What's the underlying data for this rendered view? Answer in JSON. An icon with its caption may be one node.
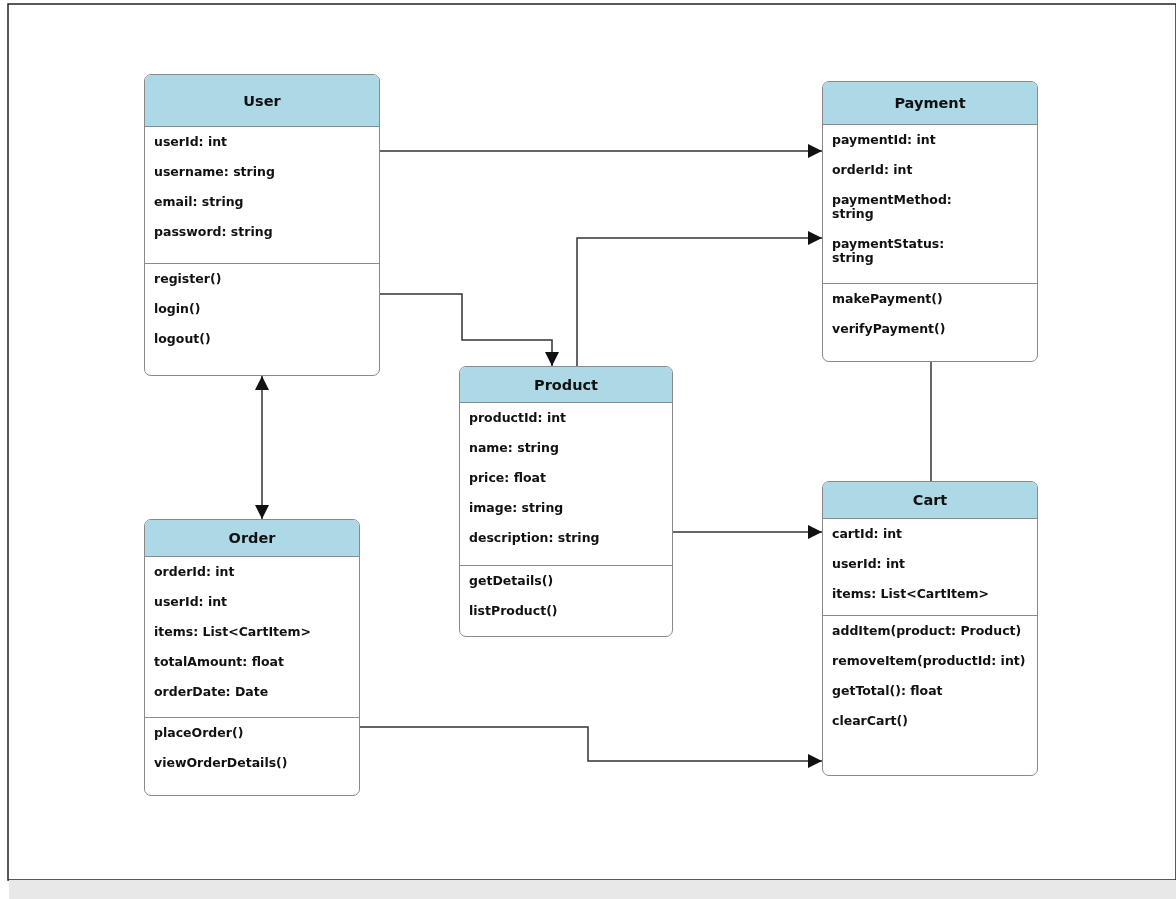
{
  "diagram": {
    "nodes": [
      {
        "text": [
          "User",
          "userId: int",
          "username: string",
          "email: string",
          "password: string",
          "register()",
          "login()",
          "logout()"
        ]
      },
      {
        "text": [
          "Payment",
          "paymentId: int",
          "orderId: int",
          "paymentMethod: string",
          "paymentStatus: string",
          "makePayment()",
          "verifyPayment()"
        ]
      },
      {
        "text": [
          "Product",
          "productId: int",
          "name: string",
          "price: float",
          "image: string",
          "description: string",
          "getDetails()",
          "listProduct()"
        ]
      },
      {
        "text": [
          "Order",
          "orderId: int",
          "userId: int",
          "items: List<CartItem>",
          "totalAmount: float",
          "orderDate: Date",
          "placeOrder()",
          "viewOrderDetails()"
        ]
      },
      {
        "text": [
          "Cart",
          "cartId: int",
          "userId: int",
          "items: List<CartItem>",
          "addItem(product: Product)",
          "removeItem(productId: int)",
          "getTotal(): float",
          "clearCart()"
        ]
      }
    ],
    "edges": [
      {
        "from": 0,
        "to": 1,
        "arrow": "to"
      },
      {
        "from": 0,
        "to": 2,
        "arrow": "to"
      },
      {
        "from": 2,
        "to": 1,
        "arrow": "to"
      },
      {
        "from": 0,
        "to": 3,
        "arrow": "both"
      },
      {
        "from": 1,
        "to": 4,
        "arrow": "none"
      },
      {
        "from": 2,
        "to": 4,
        "arrow": "to"
      },
      {
        "from": 3,
        "to": 4,
        "arrow": "to"
      }
    ]
  }
}
